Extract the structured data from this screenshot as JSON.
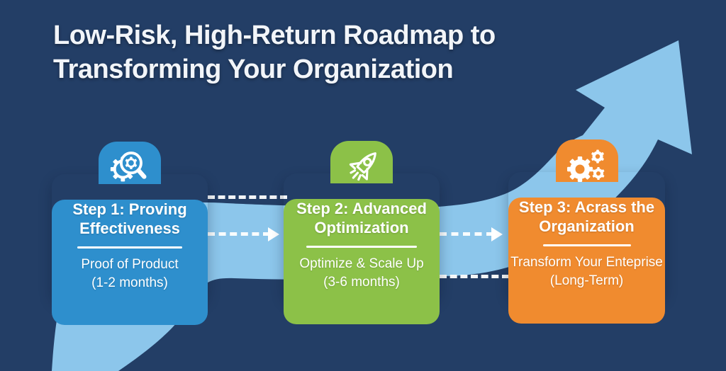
{
  "title": {
    "line1": "Low-Risk, High-Return Roadmap to",
    "line2": "Transforming Your Organization"
  },
  "steps": [
    {
      "heading": "Step 1: Proving Effectiveness",
      "sub1": "Proof of Product",
      "sub2": "(1-2 months)",
      "color": "#2E8FCD",
      "icon": "gear-magnifier-icon"
    },
    {
      "heading": "Step 2: Advanced Optimization",
      "sub1": "Optimize & Scale Up",
      "sub2": "(3-6 months)",
      "color": "#8CC148",
      "icon": "rocket-icon"
    },
    {
      "heading": "Step 3: Acrass the Organization",
      "sub1": "Transform Your Enteprise",
      "sub2": "(Long-Term)",
      "color": "#F08B2F",
      "icon": "gears-icon"
    }
  ],
  "colors": {
    "background": "#233E66",
    "ribbon": "#8CC6EB",
    "title_text": "#F2F5F9",
    "card_text": "#FFFFFF",
    "connector": "#FFFFFF"
  }
}
